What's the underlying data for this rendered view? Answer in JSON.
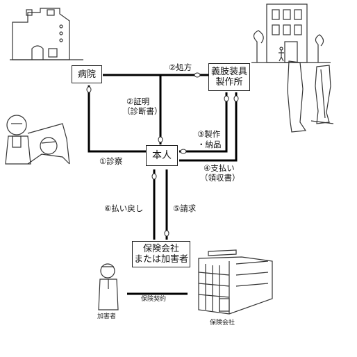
{
  "nodes": {
    "hospital": "病院",
    "maker_line1": "義肢装具",
    "maker_line2": "製作所",
    "person": "本人",
    "insurer_line1": "保険会社",
    "insurer_line2": "または加害者"
  },
  "edges": {
    "prescription": "②処方",
    "certificate_line1": "②証明",
    "certificate_line2": "（診断書）",
    "manufacture_line1": "③製作",
    "manufacture_line2": "・納品",
    "payment_line1": "④支払い",
    "payment_line2": "（領収書）",
    "exam": "①診察",
    "refund": "⑥払い戻し",
    "claim": "⑤請求",
    "contract": "保険契約"
  },
  "captions": {
    "perpetrator": "加害者",
    "insurance_company": "保険会社"
  },
  "colors": {
    "line": "#000000",
    "box_border": "#222222",
    "sketch": "#333333"
  }
}
